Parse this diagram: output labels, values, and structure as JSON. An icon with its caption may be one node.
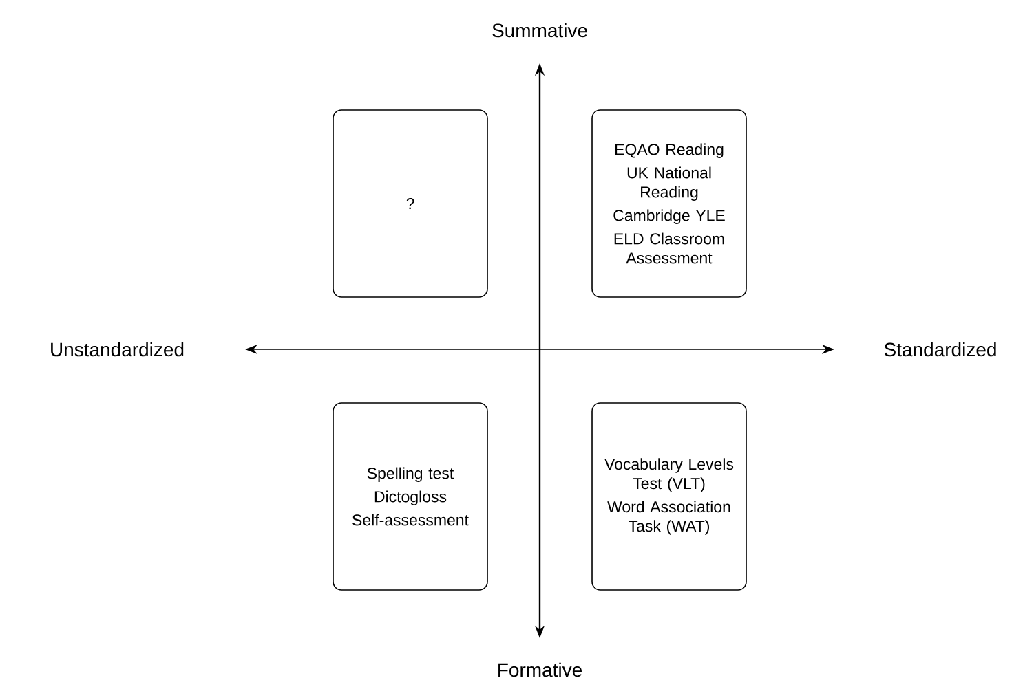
{
  "diagram": {
    "nodes": [
      {
        "text": [
          "?"
        ]
      },
      {
        "text": [
          "EQAO Reading",
          "UK National Reading",
          "Cambridge YLE",
          "ELD Classroom Assessment"
        ]
      },
      {
        "text": [
          "Spelling test",
          "Dictogloss",
          "Self-assessment"
        ]
      },
      {
        "text": [
          "Vocabulary Levels Test (VLT)",
          "Word Association Task (WAT)"
        ]
      }
    ],
    "labels": [
      "Summative",
      "Unstandardized",
      "Standardized",
      "Formative"
    ]
  }
}
